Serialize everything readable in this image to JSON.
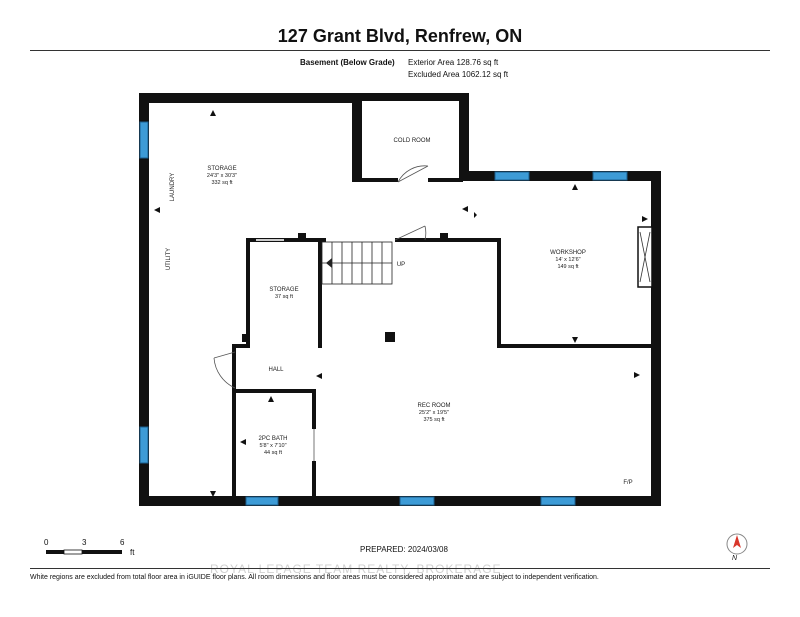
{
  "header": {
    "address": "127 Grant Blvd, Renfrew, ON",
    "floor_name": "Basement (Below Grade)",
    "exterior_area": "Exterior Area 128.76 sq ft",
    "excluded_area": "Excluded Area 1062.12 sq ft"
  },
  "rooms": {
    "cold_room": {
      "name": "COLD ROOM"
    },
    "storage_main": {
      "name": "STORAGE",
      "dims": "24'3\" x 30'3\"",
      "area": "332 sq ft"
    },
    "laundry": {
      "name": "LAUNDRY"
    },
    "utility": {
      "name": "UTILITY"
    },
    "storage_small": {
      "name": "STORAGE",
      "area": "37 sq ft"
    },
    "stairs": {
      "label": "UP"
    },
    "workshop": {
      "name": "WORKSHOP",
      "dims": "14' x 12'6\"",
      "area": "149 sq ft"
    },
    "hall": {
      "name": "HALL"
    },
    "rec_room": {
      "name": "REC ROOM",
      "dims": "25'2\" x 19'5\"",
      "area": "375 sq ft"
    },
    "bath": {
      "name": "2PC BATH",
      "dims": "5'8\" x 7'10\"",
      "area": "44 sq ft"
    },
    "fireplace": {
      "label": "F/P"
    }
  },
  "scale": {
    "ticks": [
      "0",
      "3",
      "6"
    ],
    "unit": "ft"
  },
  "compass": {
    "label": "N"
  },
  "footer": {
    "prepared": "PREPARED: 2024/03/08",
    "watermark": "ROYAL LEPAGE TEAM REALTY, BROKERAGE",
    "disclaimer": "White regions are excluded from total floor area in iGUIDE floor plans. All room dimensions and floor areas must be considered approximate and are subject to independent verification."
  },
  "colors": {
    "wall": "#111111",
    "window": "#3d9bd6",
    "window_frame": "#1a5f8f"
  }
}
